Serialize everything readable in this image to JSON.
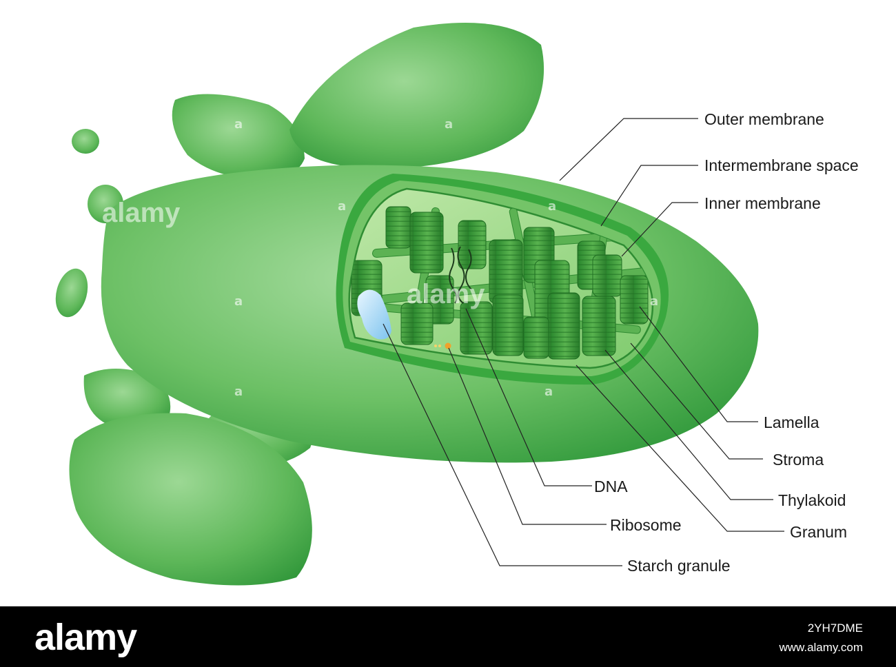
{
  "diagram": {
    "labels": {
      "outer_membrane": "Outer membrane",
      "intermembrane_space": "Intermembrane space",
      "inner_membrane": "Inner membrane",
      "lamella": "Lamella",
      "stroma": "Stroma",
      "thylakoid": "Thylakoid",
      "granum": "Granum",
      "dna": "DNA",
      "ribosome": "Ribosome",
      "starch_granule": "Starch granule"
    },
    "watermark": "alamy",
    "colors": {
      "chloroplast_dark": "#2e9a3a",
      "chloroplast_light": "#8fd08a",
      "granum": "#3c9e3c",
      "starch": "#bfe3f7",
      "leader_line": "#222222"
    }
  },
  "footer": {
    "logo": "alamy",
    "image_id": "2YH7DME",
    "url": "www.alamy.com"
  }
}
